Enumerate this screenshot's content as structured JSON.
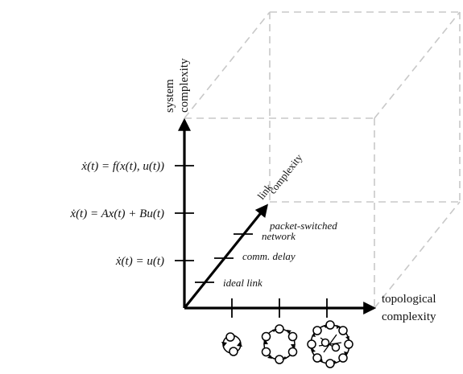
{
  "axes": {
    "vertical": {
      "label_line1": "system",
      "label_line2": "complexity"
    },
    "horizontal": {
      "label_line1": "topological",
      "label_line2": "complexity"
    },
    "diagonal": {
      "label_line1": "link",
      "label_line2": "complexity"
    }
  },
  "system_levels": [
    {
      "lhs": "ẋ(t) = ",
      "rhs": "u(t)"
    },
    {
      "lhs": "ẋ(t) = ",
      "rhs": "Ax(t) + Bu(t)"
    },
    {
      "lhs": "ẋ(t) = ",
      "rhs": "f(x(t), u(t))"
    }
  ],
  "link_levels": [
    {
      "label": "ideal link"
    },
    {
      "label": "comm. delay"
    },
    {
      "label_line1": "packet-switched",
      "label_line2": "network"
    }
  ],
  "topology_icons": [
    {
      "name": "two-node-graph-icon",
      "nodes": 2
    },
    {
      "name": "ring-graph-icon",
      "nodes": 6
    },
    {
      "name": "dense-graph-icon",
      "nodes": 10
    }
  ]
}
